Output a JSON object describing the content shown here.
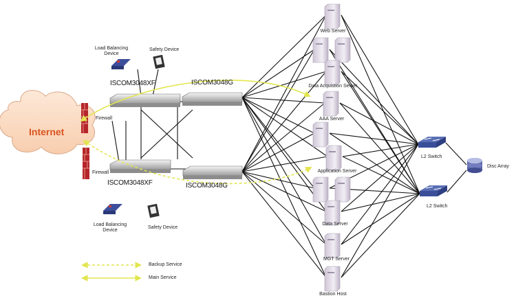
{
  "internet": {
    "label": "Internet"
  },
  "firewalls": [
    {
      "label": "Firewall"
    },
    {
      "label": "Firewall"
    }
  ],
  "switches": [
    {
      "label": "ISCOM3048XF"
    },
    {
      "label": "ISCOM3048G"
    },
    {
      "label": "ISCOM3048XF"
    },
    {
      "label": "ISCOM3048G"
    }
  ],
  "devices": {
    "top_load_balancer": "Load Balancing\nDevice",
    "top_safety": "Safety Device",
    "bottom_load_balancer": "Load Balancing\nDevice",
    "bottom_safety": "Safety Device"
  },
  "servers": [
    {
      "label": "Web Server"
    },
    {
      "label": "Data Acquistion Server"
    },
    {
      "label": "AAA Server"
    },
    {
      "label": "Application Server"
    },
    {
      "label": "Data Server"
    },
    {
      "label": "MGT Server"
    },
    {
      "label": "Bastion Host"
    }
  ],
  "l2_switches": [
    {
      "label": "L2 Switch"
    },
    {
      "label": "L2 Switch"
    }
  ],
  "storage": {
    "label": "Disc Array"
  },
  "legend": [
    {
      "label": "Backup Service",
      "style": "dashed"
    },
    {
      "label": "Main Service",
      "style": "solid"
    }
  ],
  "colors": {
    "service_arrow": "#e6ea5a",
    "internet_text": "#d9541f",
    "cloud_fill": "#fbdcc4",
    "firewall": "#b5252a",
    "link": "#111111"
  }
}
